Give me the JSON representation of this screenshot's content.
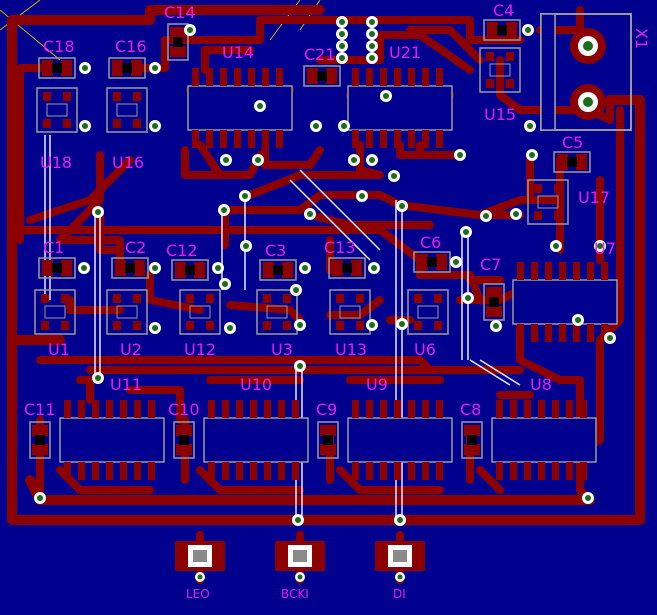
{
  "colors": {
    "board": "#00008e",
    "copper": "#8c0000",
    "label": "#e81ee8",
    "silk": "#9a9a9a",
    "via_ring": "#ffffff",
    "via_core": "#1a6b1a",
    "trace_white": "#e8e8ff"
  },
  "components": [
    {
      "ref": "C14"
    },
    {
      "ref": "C18"
    },
    {
      "ref": "C16"
    },
    {
      "ref": "U14"
    },
    {
      "ref": "C21"
    },
    {
      "ref": "U21"
    },
    {
      "ref": "C4"
    },
    {
      "ref": "X1"
    },
    {
      "ref": "U15"
    },
    {
      "ref": "U18"
    },
    {
      "ref": "U16"
    },
    {
      "ref": "C5"
    },
    {
      "ref": "U17"
    },
    {
      "ref": "C1"
    },
    {
      "ref": "C2"
    },
    {
      "ref": "C12"
    },
    {
      "ref": "C3"
    },
    {
      "ref": "C13"
    },
    {
      "ref": "C6"
    },
    {
      "ref": "C7"
    },
    {
      "ref": "U7"
    },
    {
      "ref": "U1"
    },
    {
      "ref": "U2"
    },
    {
      "ref": "U12"
    },
    {
      "ref": "U3"
    },
    {
      "ref": "U13"
    },
    {
      "ref": "U6"
    },
    {
      "ref": "U11"
    },
    {
      "ref": "U10"
    },
    {
      "ref": "U9"
    },
    {
      "ref": "U8"
    },
    {
      "ref": "C11"
    },
    {
      "ref": "C10"
    },
    {
      "ref": "C9"
    },
    {
      "ref": "C8"
    }
  ],
  "connectors": [
    {
      "label": "LEO"
    },
    {
      "label": "BCKI"
    },
    {
      "label": "DI"
    }
  ]
}
